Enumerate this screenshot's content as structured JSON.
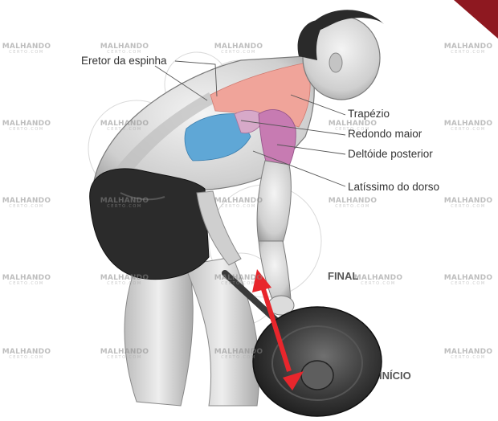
{
  "muscle_labels": {
    "eretor": "Eretor da espinha",
    "trapezio": "Trapézio",
    "redondo": "Redondo maior",
    "deltoide": "Deltóide posterior",
    "latissimo": "Latíssimo do dorso"
  },
  "movement_labels": {
    "final": "FINAL",
    "inicio": "INÍCIO"
  },
  "watermark": {
    "brand": "MALHANDO",
    "sub": "CERTO.COM"
  },
  "colors": {
    "arrow": "#e8262c",
    "trapezius": "#f0a49a",
    "latissimus": "#5fa7d6",
    "deltoid": "#c77bb2",
    "shorts": "#2b2b2b",
    "corner_badge": "#8e1820"
  }
}
